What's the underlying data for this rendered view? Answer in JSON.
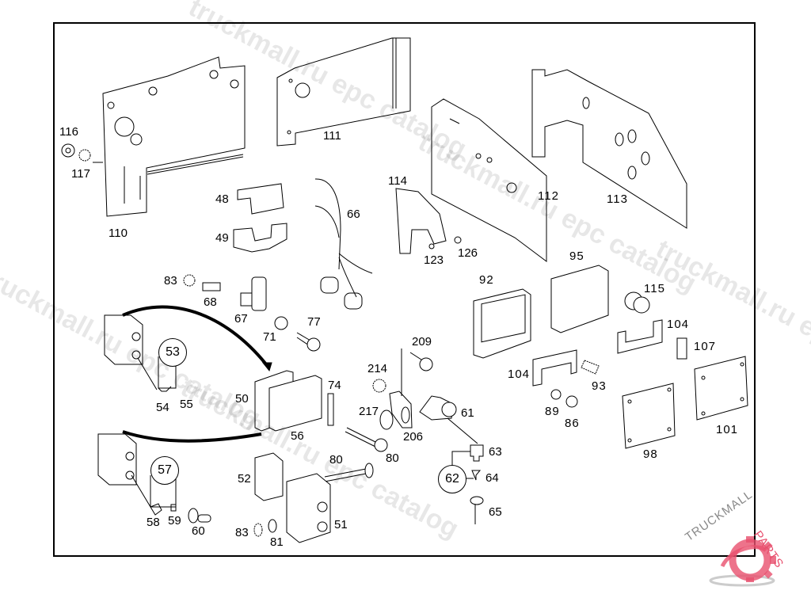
{
  "diagram": {
    "type": "exploded parts diagram",
    "labels": [
      {
        "id": "p116",
        "text": "116"
      },
      {
        "id": "p117",
        "text": "117"
      },
      {
        "id": "p110",
        "text": "110"
      },
      {
        "id": "p111",
        "text": "111"
      },
      {
        "id": "p48",
        "text": "48"
      },
      {
        "id": "p49",
        "text": "49"
      },
      {
        "id": "p66",
        "text": "66"
      },
      {
        "id": "p114",
        "text": "114"
      },
      {
        "id": "p123",
        "text": "123"
      },
      {
        "id": "p126",
        "text": "126"
      },
      {
        "id": "p112",
        "text": "112"
      },
      {
        "id": "p113",
        "text": "113"
      },
      {
        "id": "p83a",
        "text": "83"
      },
      {
        "id": "p68",
        "text": "68"
      },
      {
        "id": "p67",
        "text": "67"
      },
      {
        "id": "p71",
        "text": "71"
      },
      {
        "id": "p77",
        "text": "77"
      },
      {
        "id": "p92",
        "text": "92"
      },
      {
        "id": "p95",
        "text": "95"
      },
      {
        "id": "p115",
        "text": "115"
      },
      {
        "id": "p104a",
        "text": "104"
      },
      {
        "id": "p107",
        "text": "107"
      },
      {
        "id": "p209",
        "text": "209"
      },
      {
        "id": "p214",
        "text": "214"
      },
      {
        "id": "p104b",
        "text": "104"
      },
      {
        "id": "p93",
        "text": "93"
      },
      {
        "id": "p50",
        "text": "50"
      },
      {
        "id": "p74",
        "text": "74"
      },
      {
        "id": "p54",
        "text": "54"
      },
      {
        "id": "p55",
        "text": "55"
      },
      {
        "id": "p56",
        "text": "56"
      },
      {
        "id": "p217",
        "text": "217"
      },
      {
        "id": "p61",
        "text": "61"
      },
      {
        "id": "p206",
        "text": "206"
      },
      {
        "id": "p80a",
        "text": "80"
      },
      {
        "id": "p89",
        "text": "89"
      },
      {
        "id": "p86",
        "text": "86"
      },
      {
        "id": "p101",
        "text": "101"
      },
      {
        "id": "p98",
        "text": "98"
      },
      {
        "id": "p63",
        "text": "63"
      },
      {
        "id": "p80b",
        "text": "80"
      },
      {
        "id": "p64",
        "text": "64"
      },
      {
        "id": "p52",
        "text": "52"
      },
      {
        "id": "p58",
        "text": "58"
      },
      {
        "id": "p59",
        "text": "59"
      },
      {
        "id": "p60",
        "text": "60"
      },
      {
        "id": "p83b",
        "text": "83"
      },
      {
        "id": "p81",
        "text": "81"
      },
      {
        "id": "p51",
        "text": "51"
      },
      {
        "id": "p65",
        "text": "65"
      }
    ],
    "callouts": [
      {
        "id": "c53",
        "text": "53"
      },
      {
        "id": "c57",
        "text": "57"
      },
      {
        "id": "c62",
        "text": "62"
      }
    ]
  },
  "watermarks": [
    "truckmall.ru epc catalog",
    "truckmall.ru epc catalog",
    "truckmall.ru epc catalog",
    "truckmall.ru epc catalog",
    "truckmall.ru epc catalog"
  ],
  "logo": {
    "text_main": "TRUCKMALL",
    "text_accent": "PARTS",
    "accent_color": "#e8506e",
    "icon": "gear-icon"
  }
}
